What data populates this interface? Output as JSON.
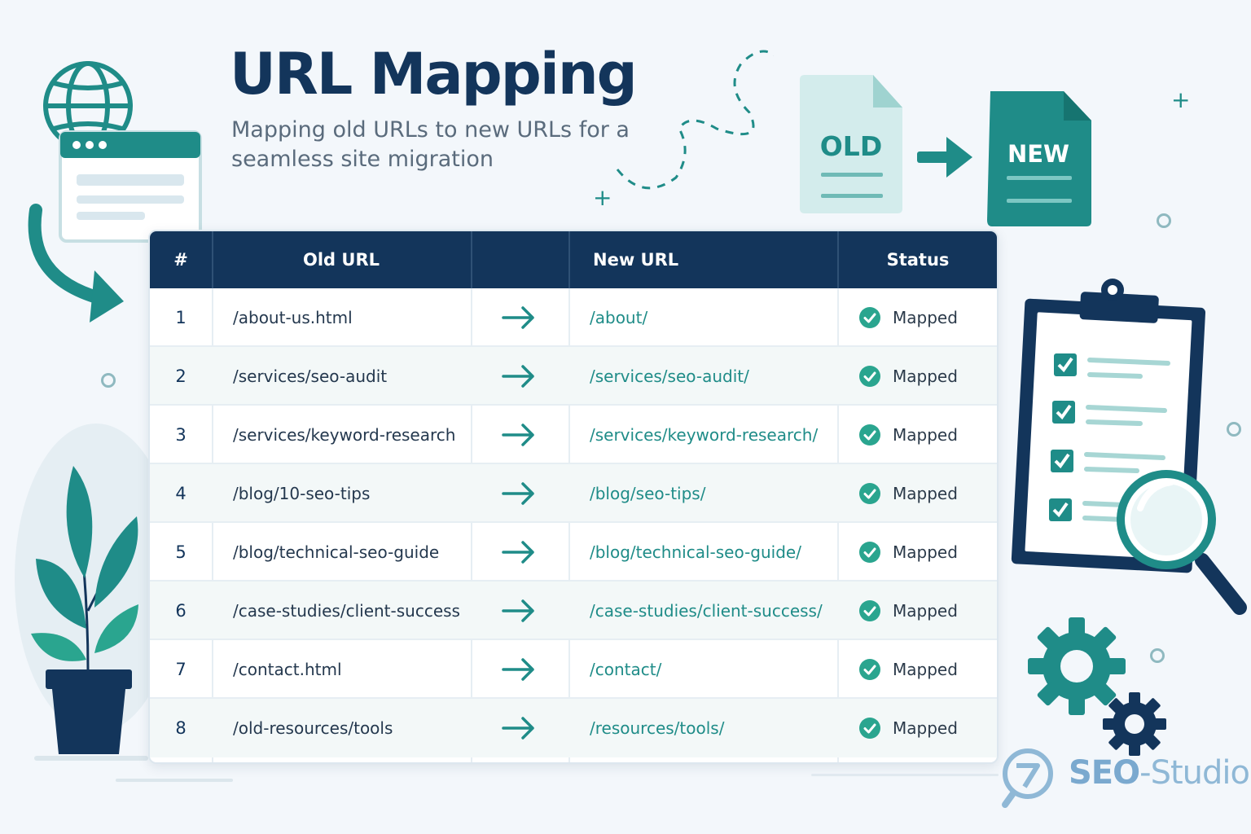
{
  "header": {
    "title": "URL Mapping",
    "subtitle": "Mapping old URLs to new URLs for a seamless site migration"
  },
  "docs": {
    "old_label": "OLD",
    "new_label": "NEW"
  },
  "table": {
    "columns": [
      "#",
      "Old URL",
      "",
      "New URL",
      "Status"
    ],
    "rows": [
      {
        "num": "1",
        "old": "/about-us.html",
        "new": "/about/",
        "status": "Mapped"
      },
      {
        "num": "2",
        "old": "/services/seo-audit",
        "new": "/services/seo-audit/",
        "status": "Mapped"
      },
      {
        "num": "3",
        "old": "/services/keyword-research",
        "new": "/services/keyword-research/",
        "status": "Mapped"
      },
      {
        "num": "4",
        "old": "/blog/10-seo-tips",
        "new": "/blog/seo-tips/",
        "status": "Mapped"
      },
      {
        "num": "5",
        "old": "/blog/technical-seo-guide",
        "new": "/blog/technical-seo-guide/",
        "status": "Mapped"
      },
      {
        "num": "6",
        "old": "/case-studies/client-success",
        "new": "/case-studies/client-success/",
        "status": "Mapped"
      },
      {
        "num": "7",
        "old": "/contact.html",
        "new": "/contact/",
        "status": "Mapped"
      },
      {
        "num": "8",
        "old": "/old-resources/tools",
        "new": "/resources/tools/",
        "status": "Mapped"
      }
    ]
  },
  "brand": {
    "part1": "SEO",
    "part2": "-Studio"
  },
  "colors": {
    "navy": "#13355b",
    "teal": "#1f8c88",
    "teal_light": "#d7efef",
    "check_green": "#2aa58f"
  }
}
